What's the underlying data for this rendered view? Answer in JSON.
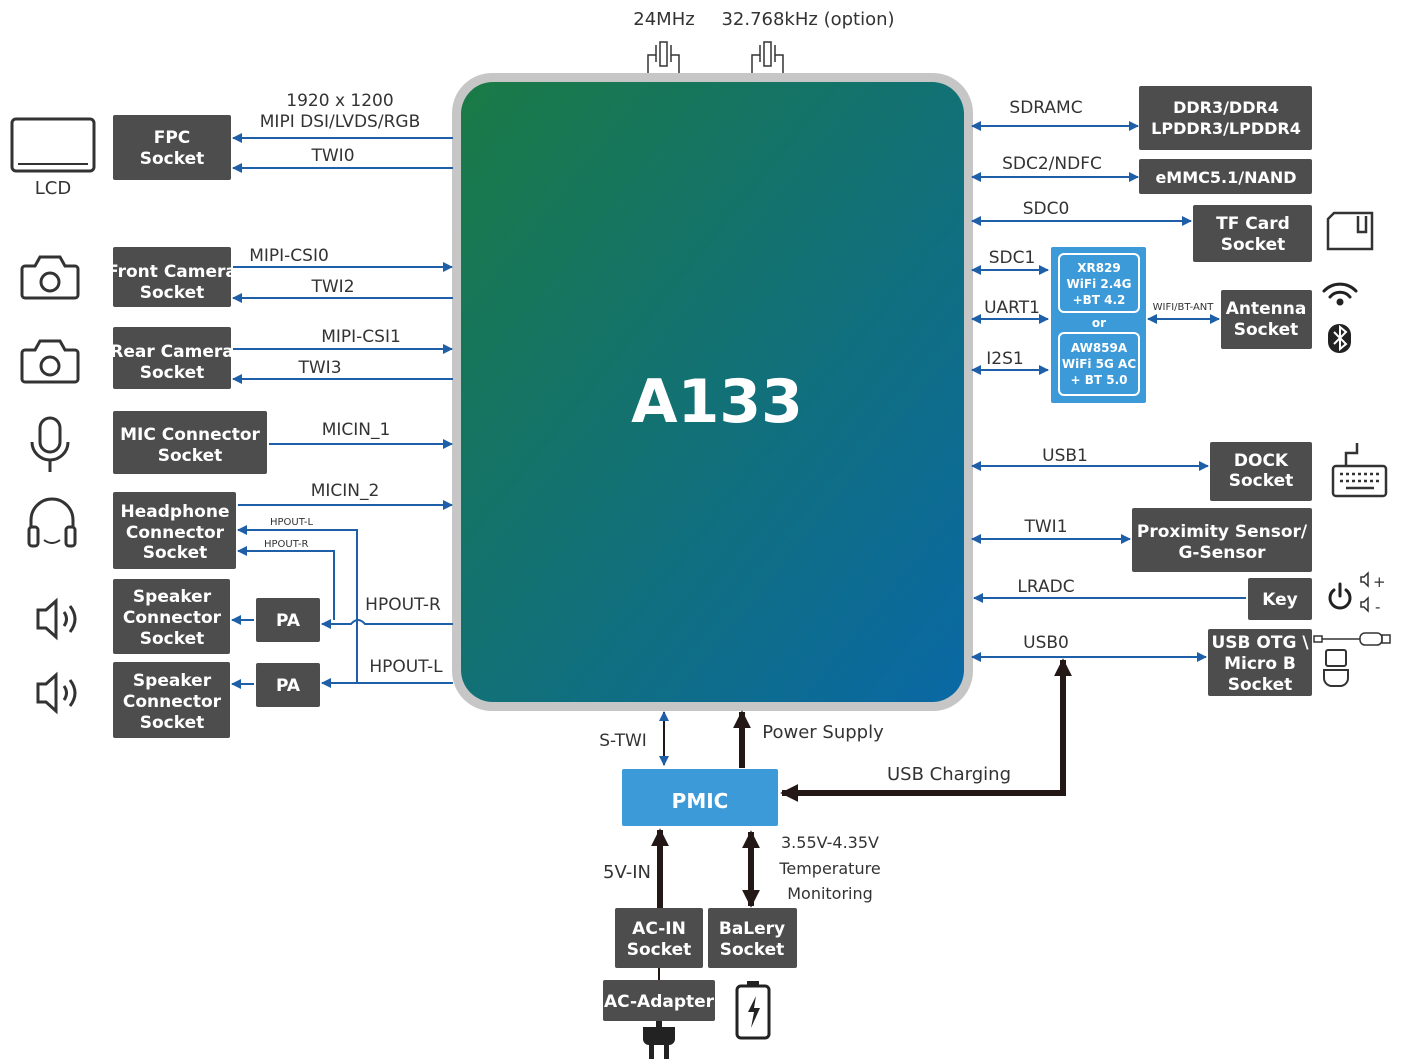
{
  "chip": {
    "name": "A133"
  },
  "crystals": {
    "main": "24MHz",
    "rtc": "32.768kHz (option)"
  },
  "left": {
    "lcd_icon_label": "LCD",
    "fpc": [
      "FPC",
      "Socket"
    ],
    "fpc_signal": [
      "1920 x 1200",
      "MIPI DSI/LVDS/RGB"
    ],
    "twi0": "TWI0",
    "front_cam": [
      "Front Camera",
      "Socket"
    ],
    "mipi_csi0": "MIPI-CSI0",
    "twi2": "TWI2",
    "rear_cam": [
      "Rear Camera",
      "Socket"
    ],
    "mipi_csi1": "MIPI-CSI1",
    "twi3": "TWI3",
    "mic": [
      "MIC Connector",
      "Socket"
    ],
    "micin1": "MICIN_1",
    "headphone": [
      "Headphone",
      "Connector",
      "Socket"
    ],
    "micin2": "MICIN_2",
    "hpout_l_small": "HPOUT-L",
    "hpout_r_small": "HPOUT-R",
    "speaker1": [
      "Speaker",
      "Connector",
      "Socket"
    ],
    "speaker2": [
      "Speaker",
      "Connector",
      "Socket"
    ],
    "pa": "PA",
    "hpout_r": "HPOUT-R",
    "hpout_l": "HPOUT-L"
  },
  "right": {
    "sdramc": "SDRAMC",
    "ddr": [
      "DDR3/DDR4",
      "LPDDR3/LPDDR4"
    ],
    "sdc2": "SDC2/NDFC",
    "emmc": "eMMC5.1/NAND",
    "sdc0": "SDC0",
    "tf": [
      "TF Card",
      "Socket"
    ],
    "sdc1": "SDC1",
    "uart1": "UART1",
    "i2s1": "I2S1",
    "wifi1": [
      "XR829",
      "WiFi 2.4G",
      "+BT 4.2"
    ],
    "or": "or",
    "wifi2": [
      "AW859A",
      "WiFi 5G AC",
      "+ BT 5.0"
    ],
    "wifi_ant": "WIFI/BT-ANT",
    "antenna": [
      "Antenna",
      "Socket"
    ],
    "usb1": "USB1",
    "dock": [
      "DOCK",
      "Socket"
    ],
    "twi1": "TWI1",
    "sensor": [
      "Proximity Sensor/",
      "G-Sensor"
    ],
    "lradc": "LRADC",
    "key": "Key",
    "usb0": "USB0",
    "usb_otg": [
      "USB OTG \\",
      "Micro B",
      "Socket"
    ],
    "vol_up": "+",
    "vol_down": "-"
  },
  "bottom": {
    "stwi": "S-TWI",
    "power_supply": "Power Supply",
    "usb_charging": "USB Charging",
    "pmic": "PMIC",
    "vin": "5V-IN",
    "battery_note": [
      "3.55V-4.35V",
      "Temperature",
      "Monitoring"
    ],
    "acin": [
      "AC-IN",
      "Socket"
    ],
    "battery": [
      "BaLery",
      "Socket"
    ],
    "adapter": "AC-Adapter"
  },
  "colors": {
    "dark_box": "#4d4d4d",
    "chip_top": "#1a7a45",
    "chip_bottom": "#0a68a5",
    "blue_box": "#3d9ad9",
    "line": "#1f5fa8"
  }
}
